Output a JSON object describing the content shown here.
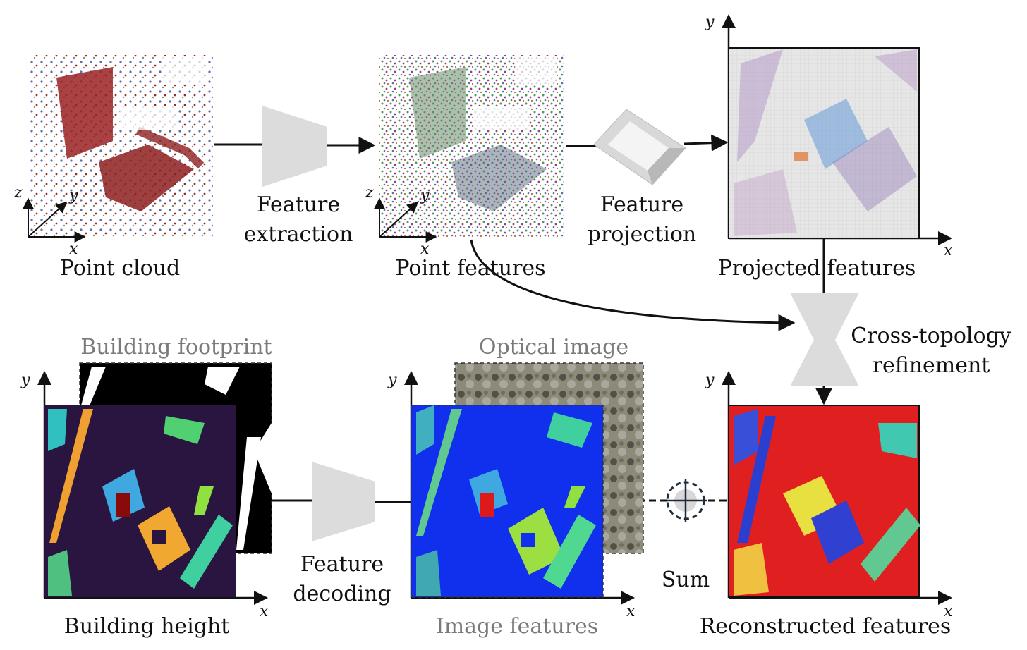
{
  "colors": {
    "accent_red": "#e02020",
    "accent_blue": "#1030ee",
    "block_gray": "#dcdcdc",
    "footprint_bg": "#000000",
    "height_bg": "#2a1540"
  },
  "stages": {
    "point_cloud": "Point cloud",
    "feature_extraction_line1": "Feature",
    "feature_extraction_line2": "extraction",
    "point_features": "Point features",
    "feature_projection_line1": "Feature",
    "feature_projection_line2": "projection",
    "projected_features": "Projected features",
    "cross_topology_line1": "Cross-topology",
    "cross_topology_line2": "refinement",
    "reconstructed_features": "Reconstructed features",
    "sum": "Sum",
    "optical_image": "Optical image",
    "image_features": "Image features",
    "feature_decoding_line1": "Feature",
    "feature_decoding_line2": "decoding",
    "building_footprint": "Building footprint",
    "building_height": "Building height"
  },
  "axes": {
    "x": "x",
    "y": "y",
    "z": "z"
  },
  "icons": {
    "encoder": "trapezoid-encoder-icon",
    "projector": "prism-projector-icon",
    "hourglass": "hourglass-refinement-icon",
    "decoder": "trapezoid-decoder-icon",
    "sum": "crosshair-sum-icon"
  }
}
